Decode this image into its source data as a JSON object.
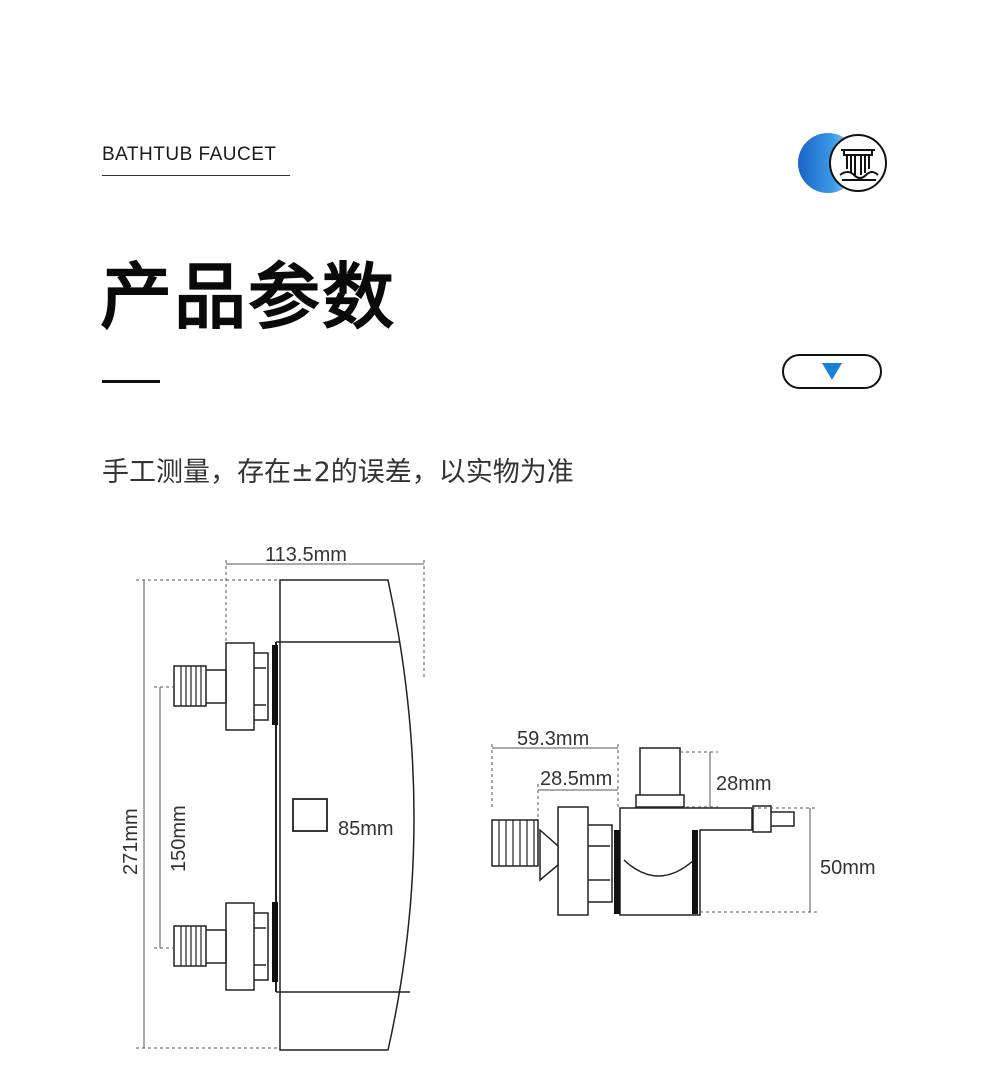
{
  "header": {
    "eyebrow": "BATHTUB FAUCET",
    "logo_icon": "waterfall-faucet-icon",
    "accent_color": "#1a7fd6"
  },
  "title": "产品参数",
  "toggle_icon": "triangle-down-icon",
  "note": "手工测量，存在±2的误差，以实物为准",
  "dimensions": {
    "front_width": "113.5mm",
    "total_height": "271mm",
    "inlet_spacing": "150mm",
    "knob_size": "85mm",
    "side_depth": "59.3mm",
    "side_inner_depth": "28.5mm",
    "top_knob_height": "28mm",
    "body_height": "50mm"
  }
}
